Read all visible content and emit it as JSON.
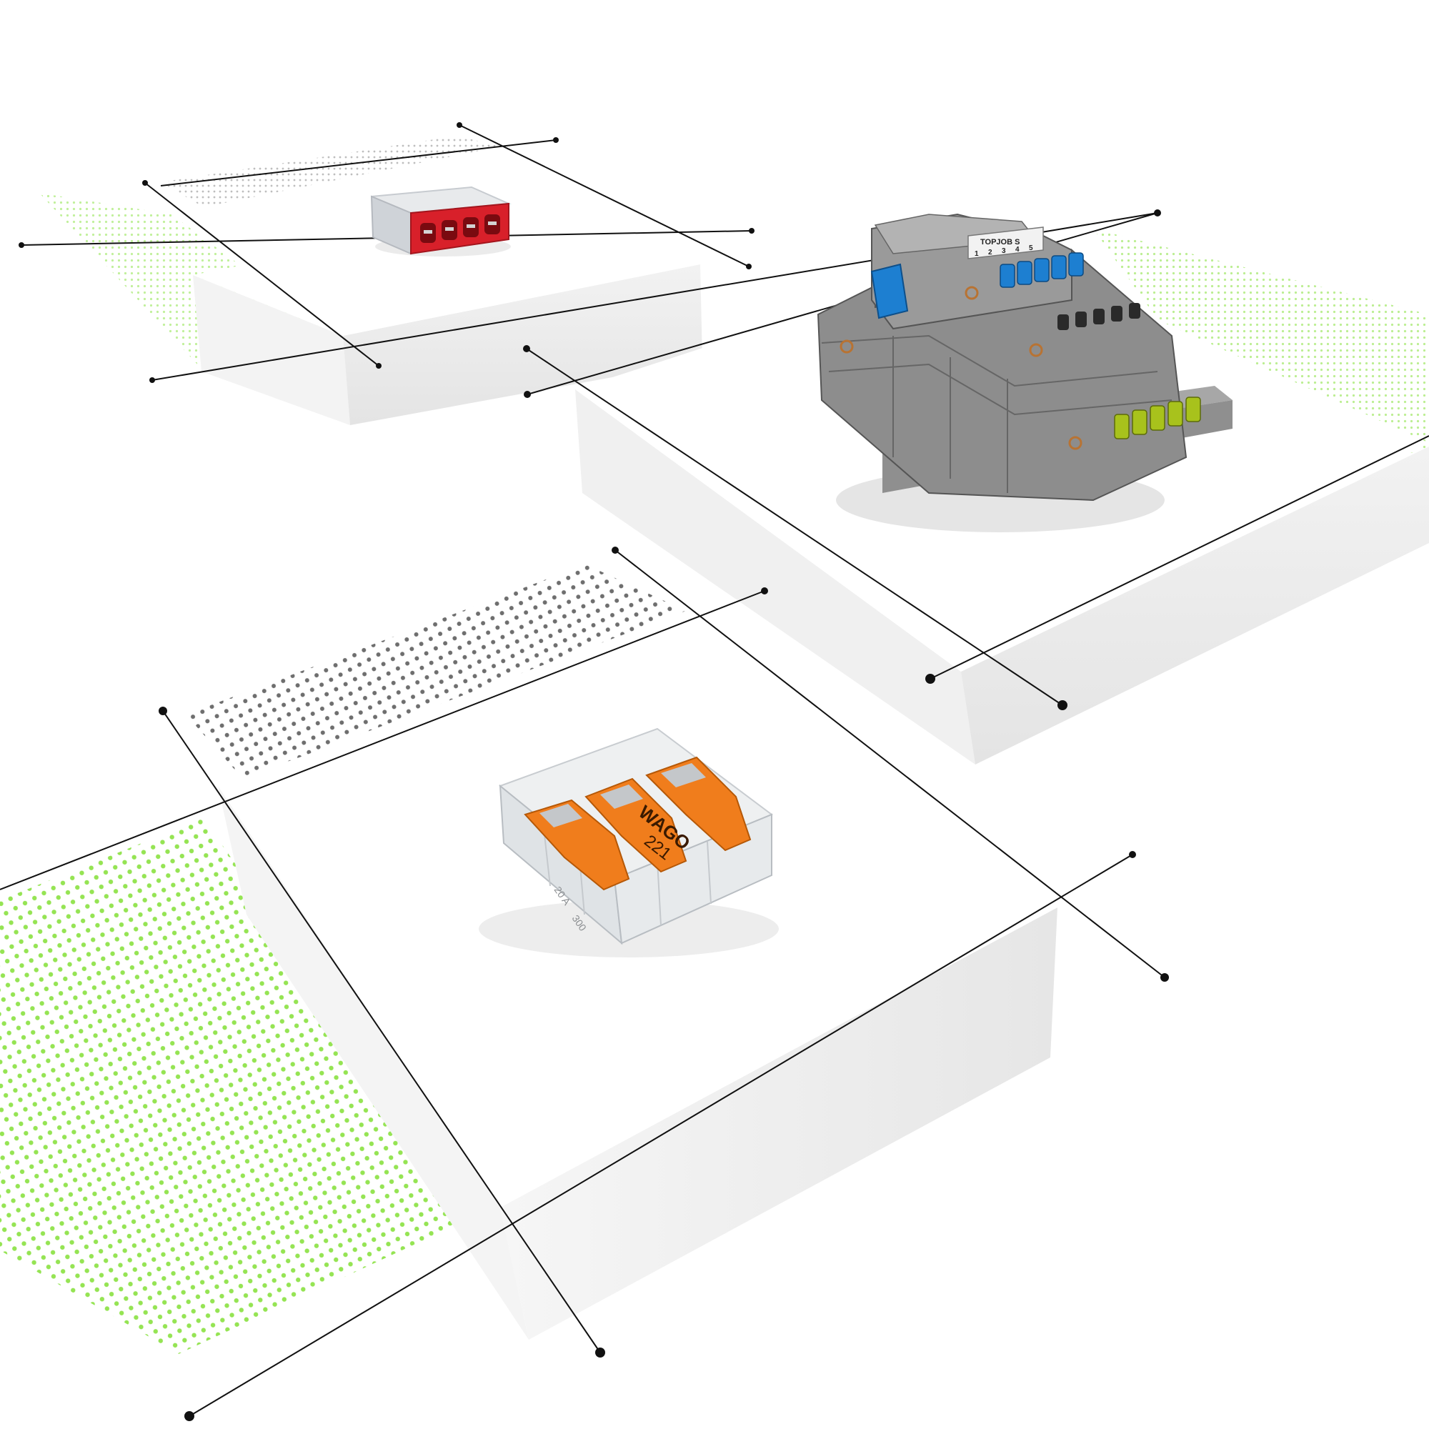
{
  "scene": {
    "background": "#ffffff",
    "platform_top": "#ffffff",
    "platform_side": "#ececec",
    "platform_side_dark": "#e2e2e2",
    "line_color": "#111111",
    "accent_green": "#8fe34a",
    "dot_gray": "#777777"
  },
  "products": {
    "push_wire_connector": {
      "icon": "red-push-wire-connector-icon",
      "color": "#d8202a"
    },
    "terminal_block": {
      "icon": "gray-terminal-block-icon",
      "color": "#8d8d8d",
      "accent_blue": "#1d7fd1",
      "accent_yellow_green": "#a8c21c",
      "marker_strip": {
        "label": "TOPJOB S",
        "numbers": [
          "1",
          "2",
          "3",
          "4",
          "5"
        ]
      }
    },
    "lever_connector": {
      "icon": "orange-lever-connector-icon",
      "color": "#f07d1c",
      "brand": "WAGO",
      "model": "221",
      "rating": "20 A",
      "voltage": "300"
    }
  }
}
